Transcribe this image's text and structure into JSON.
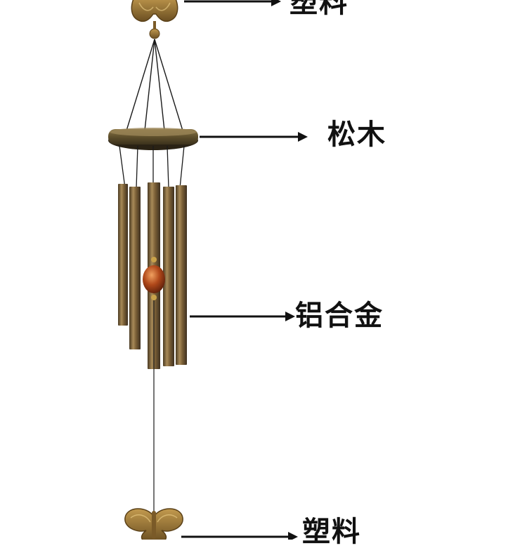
{
  "labels": {
    "top_partial": "塑料",
    "wood": "松木",
    "alloy": "铝合金",
    "plastic": "塑料"
  },
  "colors": {
    "background": "#ffffff",
    "arrow": "#111111",
    "wood_ring": "#6b5a33",
    "tube": "#8c6a3c",
    "bead": "#b3541e",
    "butterfly": "#9a7a3a"
  }
}
